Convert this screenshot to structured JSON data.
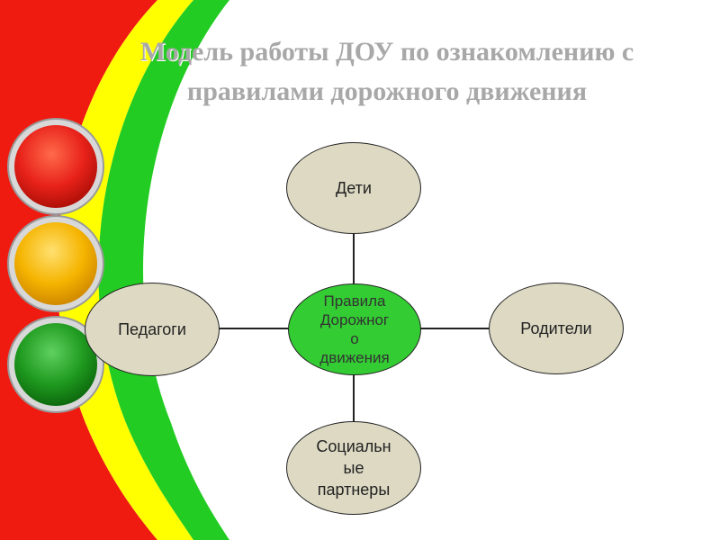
{
  "title": {
    "line1": "Модель работы ДОУ по ознакомлению с",
    "line2": "правилами дорожного движения"
  },
  "diagram": {
    "center": "Правила\nДорожног\nо\nдвижения",
    "top": "Дети",
    "left": "Педагоги",
    "right": "Родители",
    "bottom": "Социальн\nые\nпартнеры"
  },
  "traffic_light": {
    "red": "#e8221a",
    "yellow": "#f5b400",
    "green": "#1f9a1f"
  },
  "colors": {
    "stripe_red": "#ef1a10",
    "stripe_yellow": "#ffff00",
    "stripe_green": "#22cc22",
    "node_fill": "#ddd9c3",
    "center_fill": "#33cc33"
  }
}
